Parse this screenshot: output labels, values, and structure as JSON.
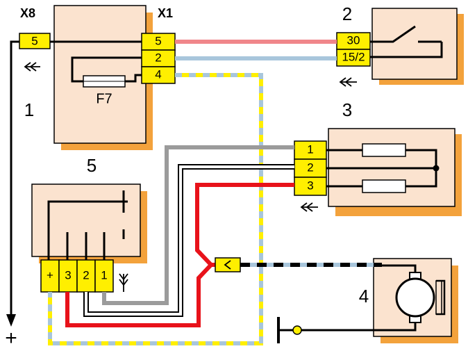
{
  "colors": {
    "box_fill": "#fbe3cf",
    "box_shadow": "#f3a23c",
    "pin_fill": "#ffef00",
    "wire_pink": "#f0868a",
    "wire_blue": "#a8c6dc",
    "wire_red": "#e8121a",
    "wire_grey": "#9b9b9b",
    "wire_yellow": "#ffef00",
    "ground_lamp": "#ffef00"
  },
  "components": {
    "mount_block": {
      "number": "1",
      "fuse": "F7"
    },
    "ignition_switch": {
      "number": "2"
    },
    "resistor_unit": {
      "number": "3"
    },
    "fan_motor": {
      "number": "4"
    },
    "fan_switch": {
      "number": "5"
    }
  },
  "connectors": {
    "x8": {
      "label": "X8",
      "pins": [
        "5"
      ]
    },
    "x1": {
      "label": "X1",
      "pins": [
        "5",
        "2",
        "4"
      ]
    },
    "switch": {
      "pins": [
        "30",
        "15/2"
      ]
    },
    "resistor": {
      "pins": [
        "1",
        "2",
        "3"
      ]
    },
    "fan_switch": {
      "pins": [
        "+",
        "3",
        "2",
        "1"
      ]
    }
  },
  "polarity": {
    "plus": "+"
  },
  "icons": [
    "connector-socket-icon",
    "connector-plug-icon",
    "ground-icon",
    "motor-icon",
    "fuse-icon",
    "switch-contact-icon",
    "resistor-icon",
    "arrow-down-icon"
  ]
}
